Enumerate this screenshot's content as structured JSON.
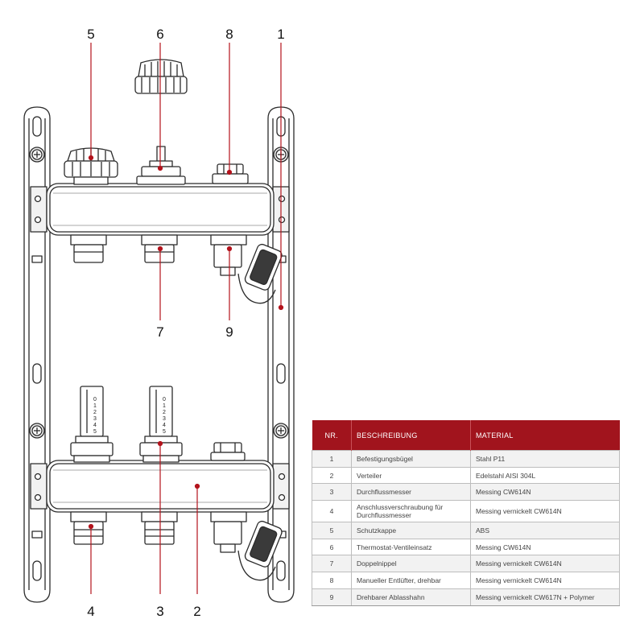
{
  "callouts": [
    {
      "label": "5"
    },
    {
      "label": "6"
    },
    {
      "label": "8"
    },
    {
      "label": "1"
    },
    {
      "label": "7"
    },
    {
      "label": "9"
    },
    {
      "label": "4"
    },
    {
      "label": "3"
    },
    {
      "label": "2"
    }
  ],
  "table": {
    "headers": {
      "nr": "NR.",
      "beschreibung": "BESCHREIBUNG",
      "material": "MATERIAL"
    },
    "rows": [
      {
        "nr": "1",
        "beschreibung": "Befestigungsbügel",
        "material": "Stahl P11"
      },
      {
        "nr": "2",
        "beschreibung": "Verteiler",
        "material": "Edelstahl AISI 304L"
      },
      {
        "nr": "3",
        "beschreibung": "Durchflussmesser",
        "material": "Messing CW614N"
      },
      {
        "nr": "4",
        "beschreibung": "Anschlussverschraubung für Durchflussmesser",
        "material": "Messing vernickelt CW614N"
      },
      {
        "nr": "5",
        "beschreibung": "Schutzkappe",
        "material": "ABS"
      },
      {
        "nr": "6",
        "beschreibung": "Thermostat-Ventileinsatz",
        "material": "Messing CW614N"
      },
      {
        "nr": "7",
        "beschreibung": "Doppelnippel",
        "material": "Messing vernickelt CW614N"
      },
      {
        "nr": "8",
        "beschreibung": "Manueller Entlüfter, drehbar",
        "material": "Messing vernickelt CW614N"
      },
      {
        "nr": "9",
        "beschreibung": "Drehbarer Ablasshahn",
        "material": "Messing vernickelt CW617N + Polymer"
      }
    ]
  },
  "colors": {
    "accent": "#a1141d",
    "callout_line": "#b3131c",
    "line_art": "#2b2b2b"
  },
  "flowmeter_scale": [
    "0",
    "1",
    "2",
    "3",
    "4",
    "5"
  ]
}
